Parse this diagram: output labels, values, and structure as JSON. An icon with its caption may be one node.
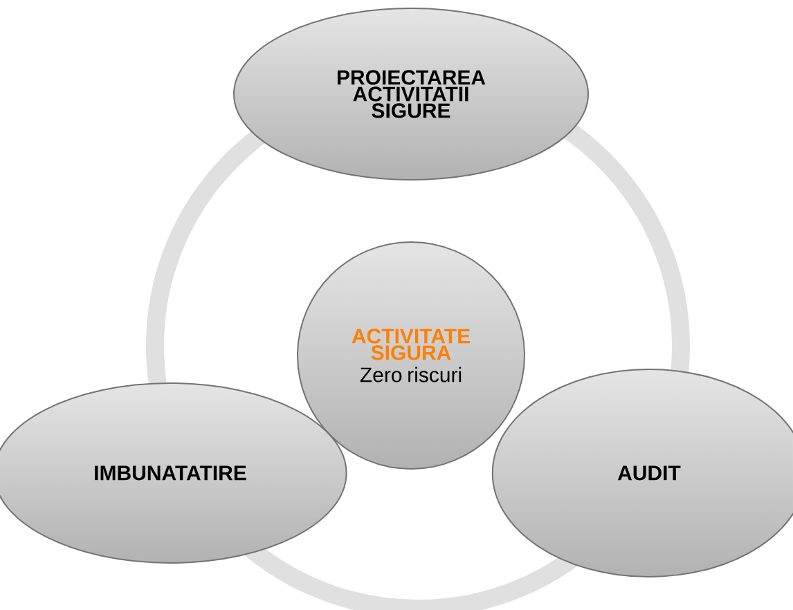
{
  "diagram": {
    "nodes": [
      {
        "text": [
          "PROIECTAREA ACTIVITATII SIGURE"
        ]
      },
      {
        "text": [
          "ACTIVITATE SIGURA",
          "Zero riscuri"
        ]
      },
      {
        "text": [
          "IMBUNATATIRE"
        ]
      },
      {
        "text": [
          "AUDIT"
        ]
      }
    ]
  }
}
